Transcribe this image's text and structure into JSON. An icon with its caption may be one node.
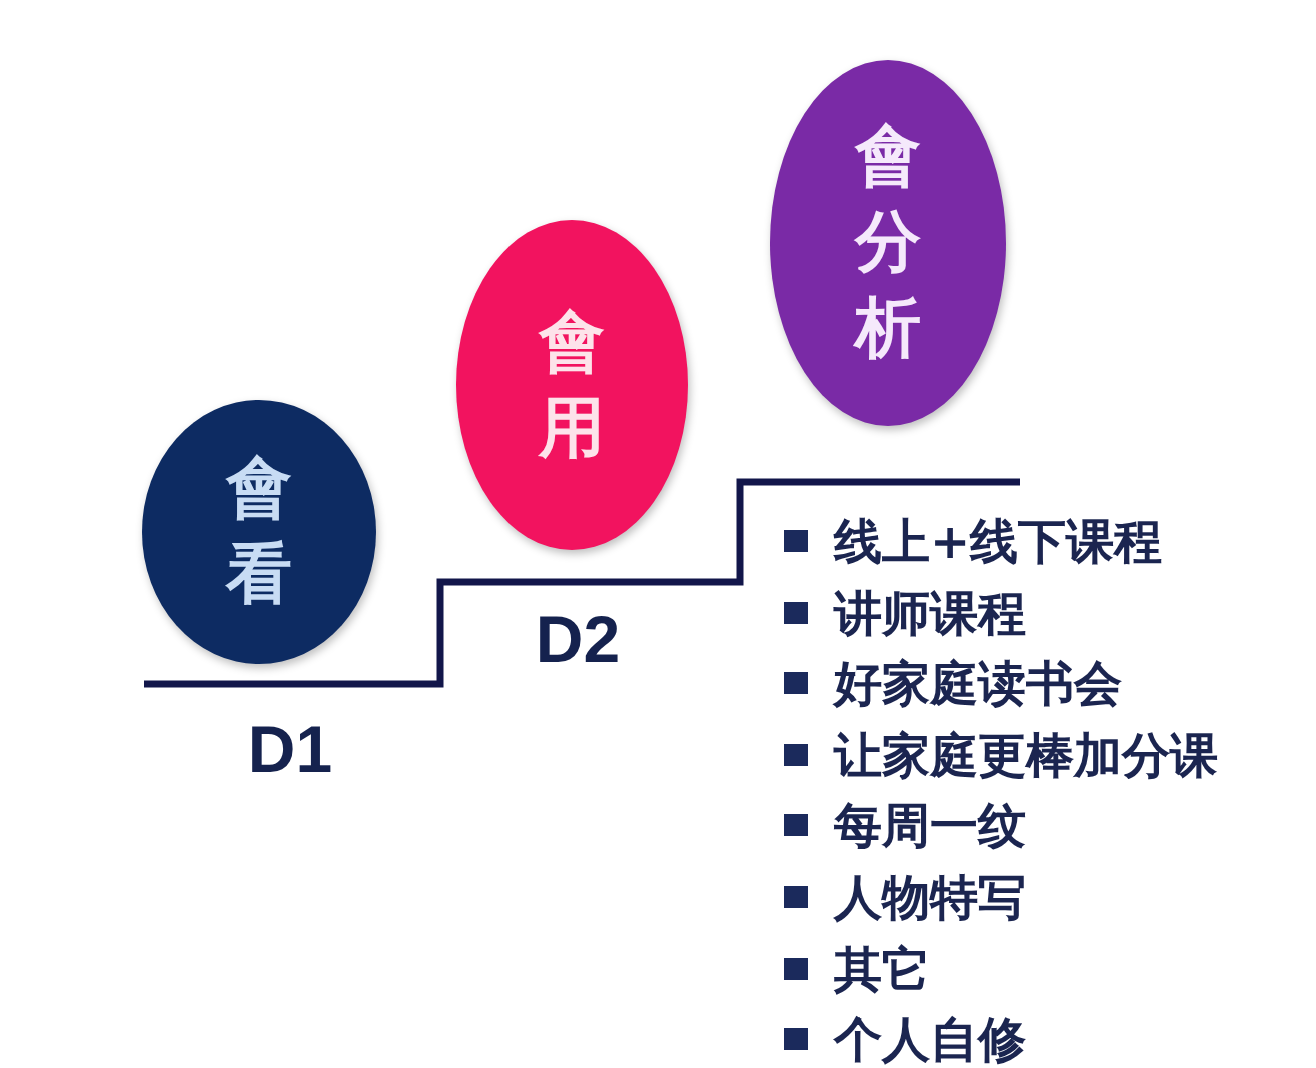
{
  "diagram": {
    "nodes": [
      {
        "text": [
          "會看"
        ]
      },
      {
        "text": [
          "會用"
        ]
      },
      {
        "text": [
          "會分析"
        ]
      }
    ],
    "labels": [
      "D1",
      "D2",
      "线上+线下课程",
      "讲师课程",
      "好家庭读书会",
      "让家庭更棒加分课",
      "每周一纹",
      "人物特写",
      "其它",
      "个人自修"
    ]
  }
}
